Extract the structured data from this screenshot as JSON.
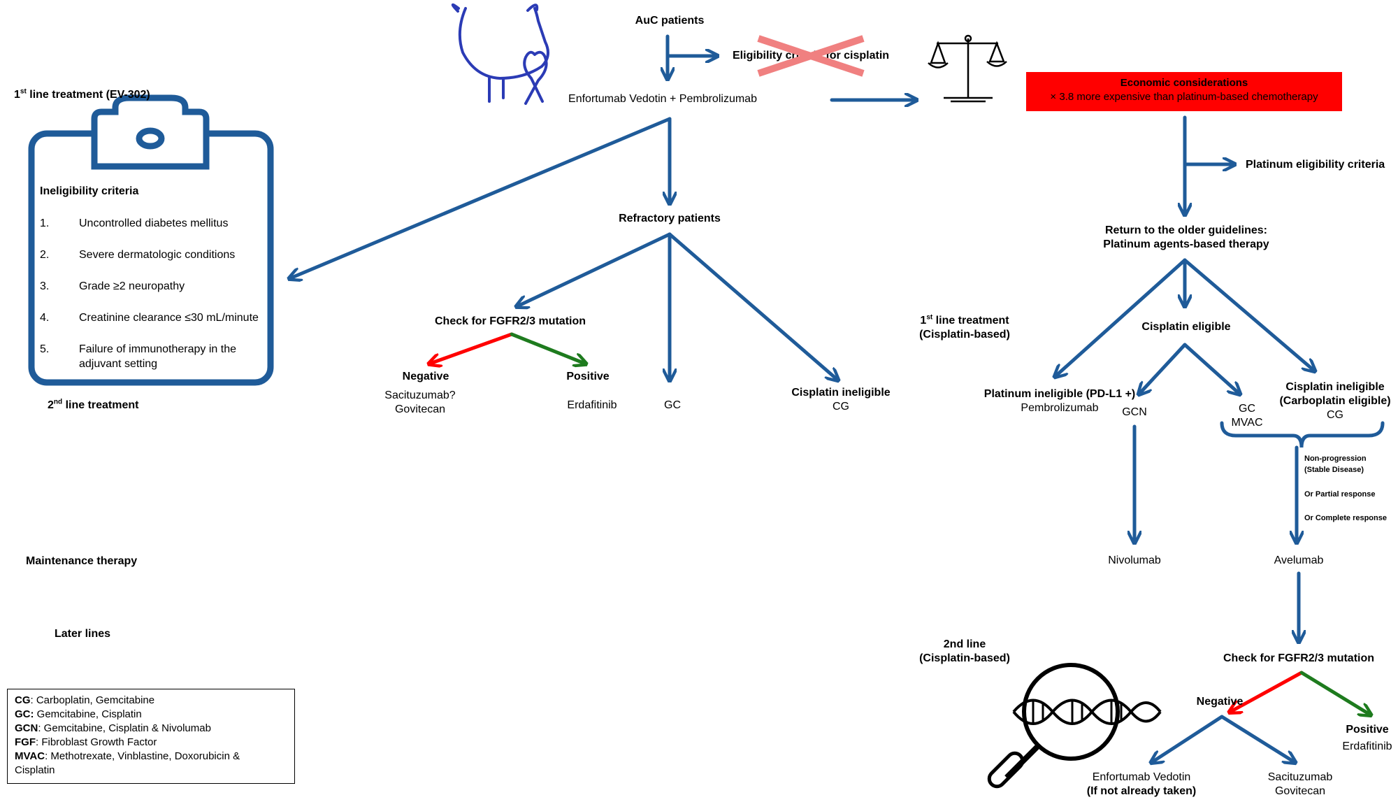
{
  "top": {
    "auc_patients": "AuC patients",
    "eligibility_cisplatin": "Eligibility criteria for cisplatin",
    "ev_pembro": "Enfortumab Vedotin + Pembrolizumab",
    "refractory": "Refractory patients"
  },
  "left_labels": {
    "first_line_prefix": "1",
    "first_line_sup": "st",
    "first_line_rest": " line treatment (EV-302)",
    "second_line_prefix": "2",
    "second_line_sup": "nd",
    "second_line_rest": " line treatment",
    "maintenance": "Maintenance therapy",
    "later_lines": "Later lines"
  },
  "clipboard": {
    "title": "Ineligibility criteria",
    "items": [
      {
        "num": "1.",
        "text": "Uncontrolled diabetes mellitus"
      },
      {
        "num": "2.",
        "text": "Severe dermatologic conditions"
      },
      {
        "num": "3.",
        "text": "Grade ≥2 neuropathy"
      },
      {
        "num": "4.",
        "text": "Creatinine clearance ≤30 mL/minute"
      },
      {
        "num": "5.",
        "text": "Failure of immunotherapy in the"
      },
      {
        "num": "",
        "text": "adjuvant setting"
      }
    ]
  },
  "refractory_branch": {
    "fgfr_check": "Check for FGFR2/3 mutation",
    "negative": "Negative",
    "negative_drug1": "Sacituzumab?",
    "negative_drug2": "Govitecan",
    "positive": "Positive",
    "positive_drug": "Erdafitinib",
    "gc": "GC",
    "cis_ineligible": "Cisplatin ineligible",
    "cg": "CG"
  },
  "economic": {
    "title": "Economic considerations",
    "detail": "× 3.8  more expensive than platinum-based chemotherapy"
  },
  "right_branch": {
    "platinum_eligibility": "Platinum eligibility criteria",
    "return_line1": "Return to the older guidelines:",
    "return_line2": "Platinum agents-based therapy",
    "first_line_prefix": "1",
    "first_line_sup": "st",
    "first_line_rest": " line treatment",
    "first_line_sub": "(Cisplatin-based)",
    "cis_eligible": "Cisplatin eligible",
    "platinum_ineligible": "Platinum ineligible (PD-L1 +)",
    "pembrolizumab": "Pembrolizumab",
    "gcn": "GCN",
    "gc": "GC",
    "mvac": "MVAC",
    "cis_ineligible_line1": "Cisplatin ineligible",
    "cis_ineligible_line2": "(Carboplatin eligible)",
    "cg": "CG",
    "response1": "Non-progression",
    "response2": "(Stable Disease)",
    "response3": "Or Partial response",
    "response4": "Or Complete response",
    "nivolumab": "Nivolumab",
    "avelumab": "Avelumab",
    "second_line1": "2nd line",
    "second_line2": "(Cisplatin-based)",
    "fgfr_check": "Check for FGFR2/3 mutation",
    "negative": "Negative",
    "positive": "Positive",
    "erdafitinib": "Erdafitinib",
    "ev": "Enfortumab Vedotin",
    "ev_note": "(If not already taken)",
    "saci1": "Sacituzumab",
    "saci2": "Govitecan"
  },
  "legend": [
    {
      "abbr": "CG",
      "text": ": Carboplatin, Gemcitabine"
    },
    {
      "abbr": "GC:",
      "text": " Gemcitabine, Cisplatin"
    },
    {
      "abbr": "GCN",
      "text": ": Gemcitabine, Cisplatin & Nivolumab"
    },
    {
      "abbr": "FGF",
      "text": ": Fibroblast Growth Factor"
    },
    {
      "abbr": "MVAC",
      "text": ": Methotrexate, Vinblastine, Doxorubicin &"
    },
    {
      "abbr": "",
      "text": "Cisplatin"
    }
  ],
  "colors": {
    "arrow": "#1f5b99",
    "negative": "#ff0000",
    "positive": "#1e7b1e",
    "economic_bg": "#ff0000",
    "strike": "#f08080",
    "bladder_icon": "#2b3bb5"
  },
  "icons": [
    "bladder-ribbon-icon",
    "scales-icon",
    "clipboard-icon",
    "dna-magnifier-icon"
  ]
}
